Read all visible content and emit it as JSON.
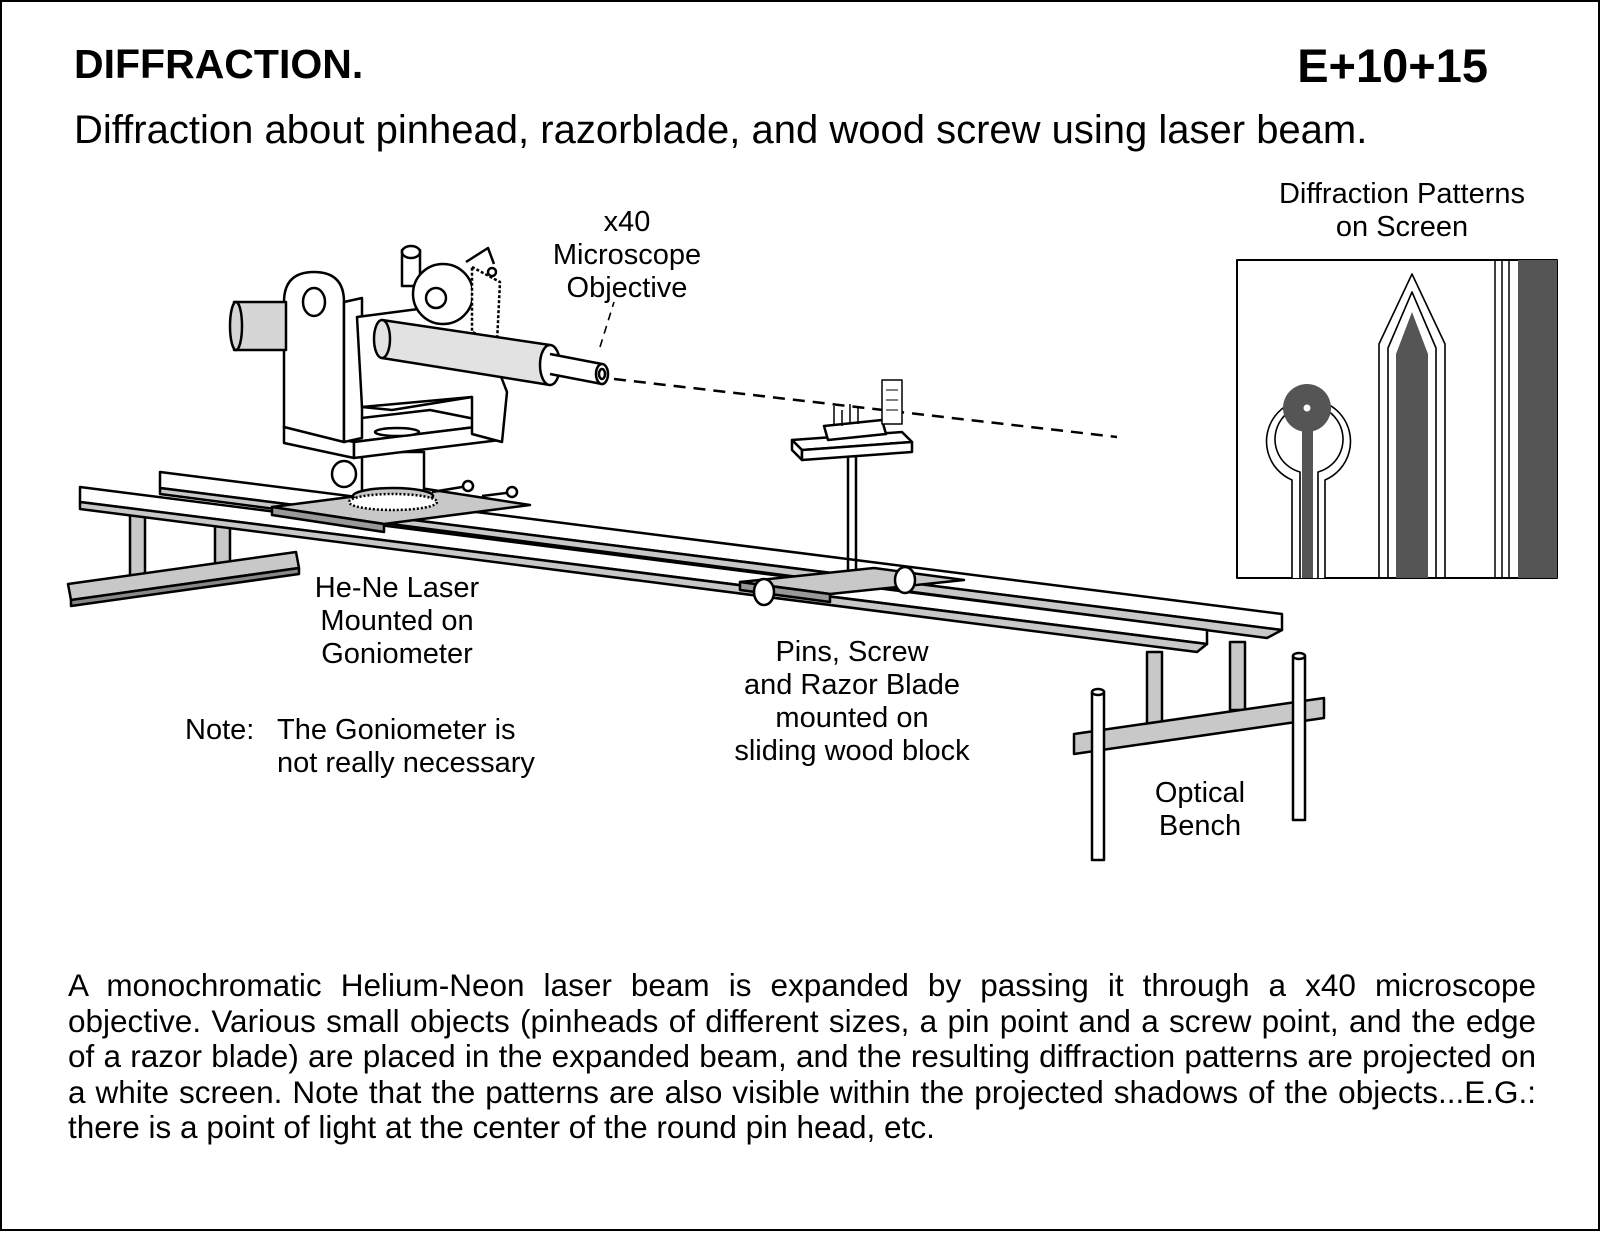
{
  "header": {
    "title": "DIFFRACTION.",
    "code": "E+10+15",
    "subtitle": "Diffraction about pinhead, razorblade, and wood screw using laser beam."
  },
  "labels": {
    "objective": [
      "x40",
      "Microscope",
      "Objective"
    ],
    "patterns": [
      "Diffraction Patterns",
      "on Screen"
    ],
    "laser": [
      "He-Ne Laser",
      "Mounted on",
      "Goniometer"
    ],
    "pins": [
      "Pins, Screw",
      "and Razor Blade",
      "mounted on",
      "sliding wood block"
    ],
    "bench": [
      "Optical",
      "Bench"
    ]
  },
  "note": {
    "prefix": "Note:",
    "lines": [
      "The Goniometer is",
      "not really necessary"
    ]
  },
  "description": "A monochromatic Helium-Neon laser beam is expanded by passing it through a x40 microscope objective.  Various small objects (pinheads of different sizes, a pin point and a screw point, and the edge of a razor blade) are placed in the expanded beam, and the resulting diffraction patterns are projected on a white screen. Note that the patterns are also visible within the projected shadows of the objects...E.G.: there is a point of light at the center of the round pin head, etc.",
  "colors": {
    "ink": "#000000",
    "fill_gray": "#c8c8c8",
    "dark_gray": "#555555",
    "paper": "#ffffff"
  }
}
